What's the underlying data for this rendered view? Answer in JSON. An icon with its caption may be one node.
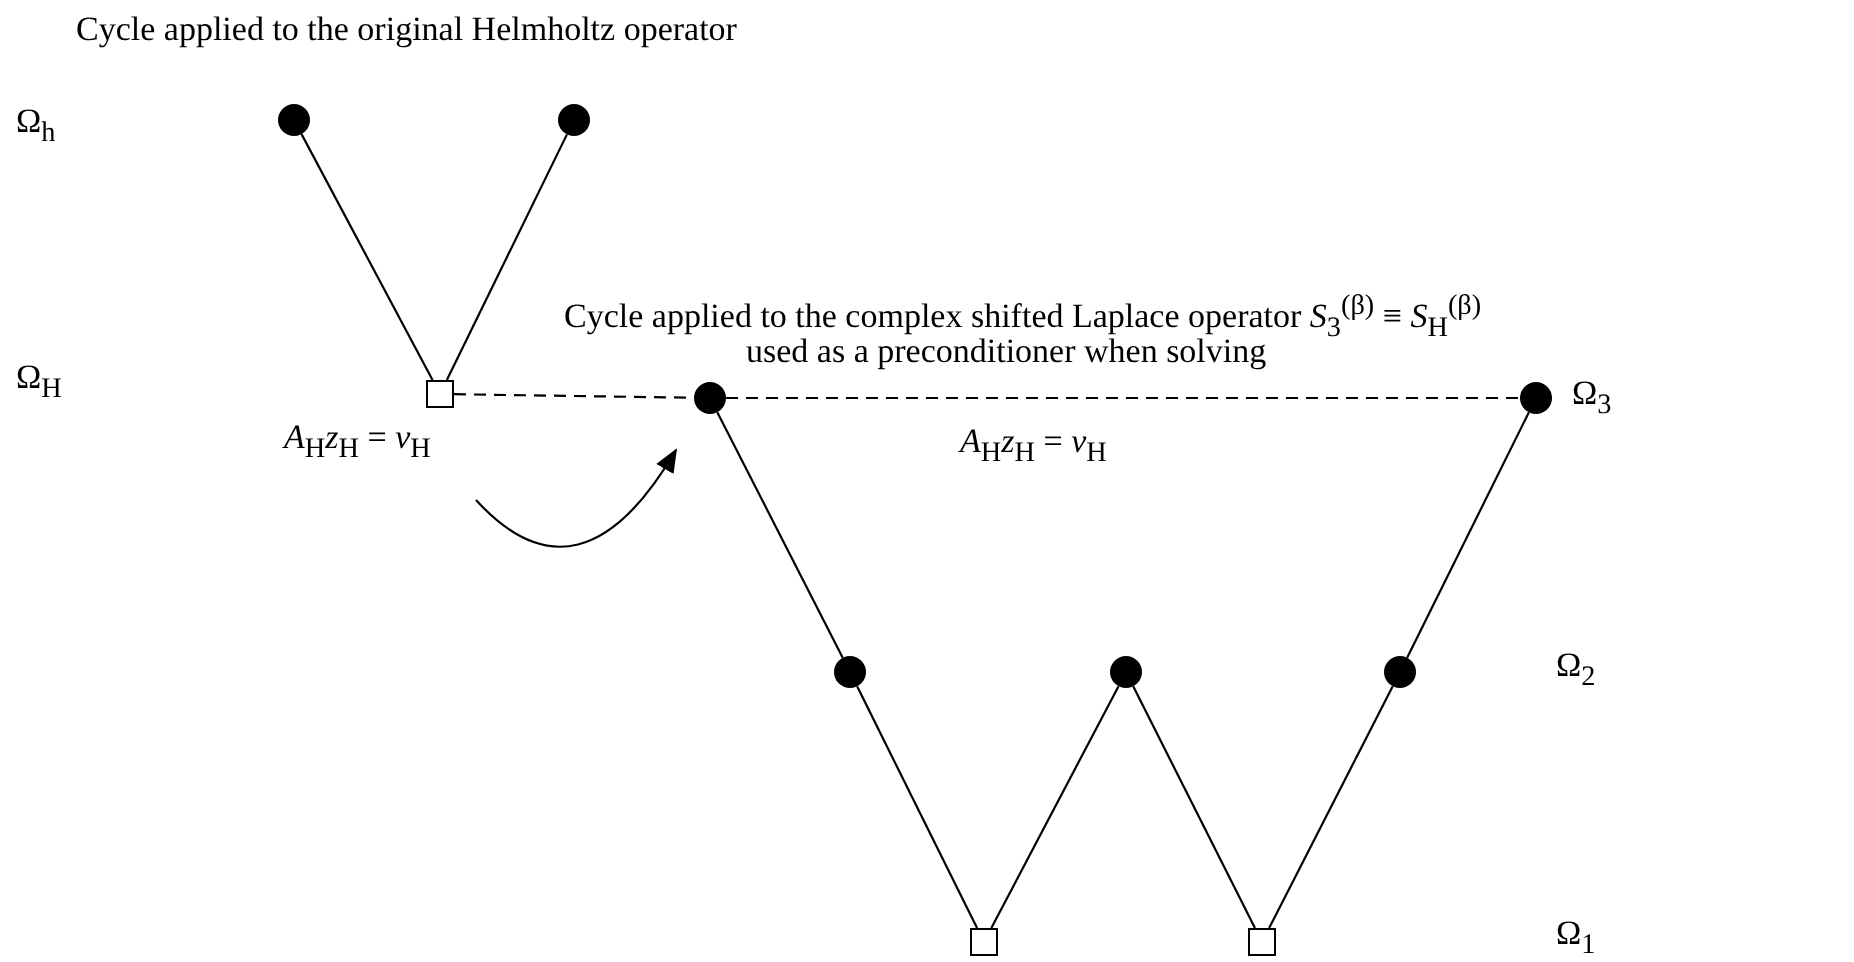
{
  "diagram": {
    "nodes": [
      {
        "text": [],
        "shape": "circle"
      },
      {
        "text": [],
        "shape": "circle"
      },
      {
        "text": [],
        "shape": "box",
        "beside": [
          "*A*$_{H}$*z*$_{H}$ = *v*$_{H}$"
        ]
      },
      {
        "text": [],
        "shape": "circle"
      },
      {
        "text": [],
        "shape": "circle"
      },
      {
        "text": [],
        "shape": "circle"
      },
      {
        "text": [],
        "shape": "circle"
      },
      {
        "text": [],
        "shape": "circle"
      },
      {
        "text": [],
        "shape": "box"
      },
      {
        "text": [],
        "shape": "box"
      }
    ],
    "edges": [
      {
        "from": 0,
        "to": 2,
        "arrow": "none"
      },
      {
        "from": 2,
        "to": 1,
        "arrow": "none"
      },
      {
        "from": 2,
        "to": 3,
        "arrow": "none",
        "style": "dashed"
      },
      {
        "from": 2,
        "to": 3,
        "arrow": "to"
      },
      {
        "from": 3,
        "to": 4,
        "arrow": "none"
      },
      {
        "from": 4,
        "to": 8,
        "arrow": "none"
      },
      {
        "from": 8,
        "to": 5,
        "arrow": "none"
      },
      {
        "from": 5,
        "to": 9,
        "arrow": "none"
      },
      {
        "from": 9,
        "to": 6,
        "arrow": "none"
      },
      {
        "from": 6,
        "to": 7,
        "arrow": "none"
      },
      {
        "from": 3,
        "to": 7,
        "arrow": "none",
        "style": "dashed",
        "label": "*A*$_{H}$*z*$_{H}$ = *v*$_{H}$"
      }
    ],
    "labels": [
      "Cycle applied to the original Helmholtz operator",
      "Ω$_{h}$",
      "Cycle applied to the complex shifted Laplace operator *S*$_{3}$$^{(β)}$ ≡ *S*$_{H}$$^{(β)}$",
      "Ω$_{H}$",
      "used as a preconditioner when solving",
      "Ω$_{3}$",
      "Ω$_{2}$",
      "Ω$_{1}$"
    ]
  }
}
